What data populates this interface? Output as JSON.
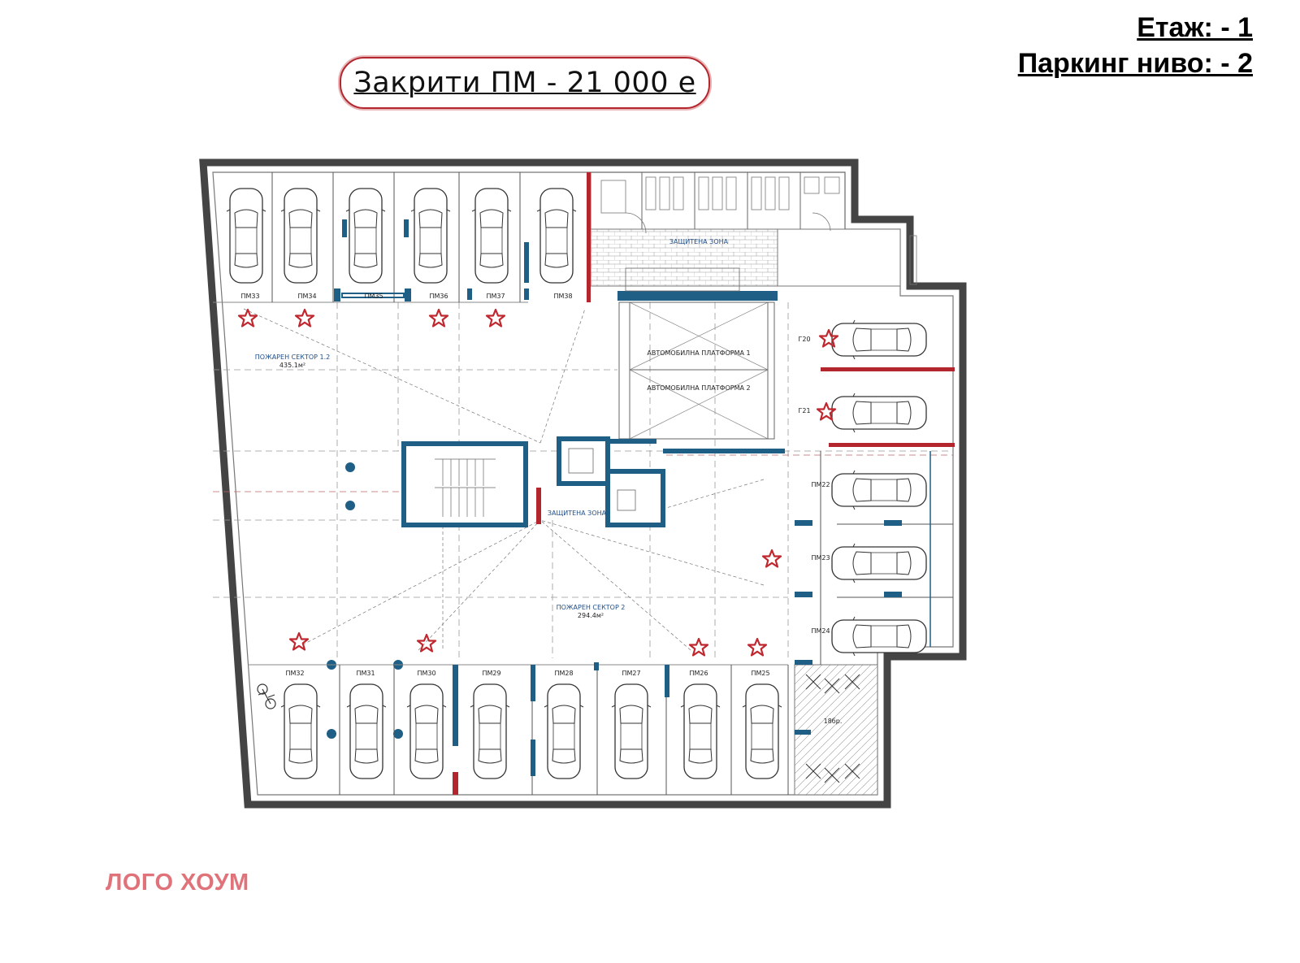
{
  "header": {
    "floor_label": "Етаж: - 1",
    "parking_level_label": "Паркинг ниво: - 2",
    "price_badge": "Закрити ПМ - 21 000 е"
  },
  "plan": {
    "fire_sector_1": {
      "name": "ПОЖАРЕН СЕКТОР 1.2",
      "area": "435.1м²"
    },
    "fire_sector_2": {
      "name": "ПОЖАРЕН СЕКТОР 2",
      "area": "294.4м²"
    },
    "protected_zone_top": "ЗАЩИТЕНА ЗОНА",
    "protected_zone_center": "ЗАЩИТЕНА ЗОНА",
    "platform_1": "АВТОМОБИЛНА ПЛАТФОРМА 1",
    "platform_2": "АВТОМОБИЛНА ПЛАТФОРМА 2",
    "bike_count": "18бр.",
    "top_row_spots": [
      "ПМ33",
      "ПМ34",
      "ПМ35",
      "ПМ36",
      "ПМ37",
      "ПМ38"
    ],
    "bottom_row_spots": [
      "ПМ32",
      "ПМ31",
      "ПМ30",
      "ПМ29",
      "ПМ28",
      "ПМ27",
      "ПМ26",
      "ПМ25"
    ],
    "right_spots": [
      "ПМ22",
      "ПМ23",
      "ПМ24"
    ],
    "garages": [
      "Г20",
      "Г21"
    ]
  },
  "colors": {
    "wall": "#444444",
    "blue_wall": "#1f5f86",
    "star": "#c0282f",
    "badge_border": "#b3262e",
    "logo": "#e0737a"
  },
  "logo": {
    "text": "ЛОГО ХОУМ"
  }
}
